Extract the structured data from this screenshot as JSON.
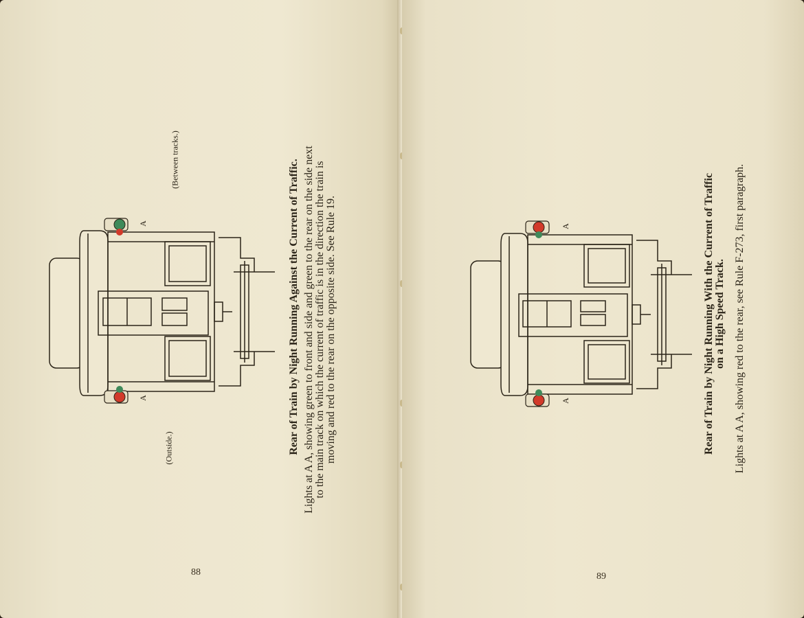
{
  "left_page": {
    "page_number": "88",
    "label_between": "(Between tracks.)",
    "label_outside": "(Outside.)",
    "lamp_label_top": "A",
    "lamp_label_bottom": "A",
    "title": "Rear of Train by Night Running Against the Current of Traffic.",
    "body_line1": "Lights at A A, showing green to front and side and green to the rear on the side next",
    "body_line2": "to the main track on which the current of traffic is in the direction the train is",
    "body_line3": "moving and red to the rear on the opposite side.  See Rule 19."
  },
  "right_page": {
    "page_number": "89",
    "lamp_label_top": "A",
    "lamp_label_bottom": "A",
    "title_line1": "Rear of Train by Night Running With the Current of Traffic",
    "title_line2": "on a High Speed Track.",
    "body": "Lights at A A, showing red to the rear, see Rule F-273, first paragraph."
  },
  "colors": {
    "red": "#d23a2a",
    "green": "#3f8a5a",
    "ink": "#2b2418",
    "paper": "#ede6cd"
  }
}
